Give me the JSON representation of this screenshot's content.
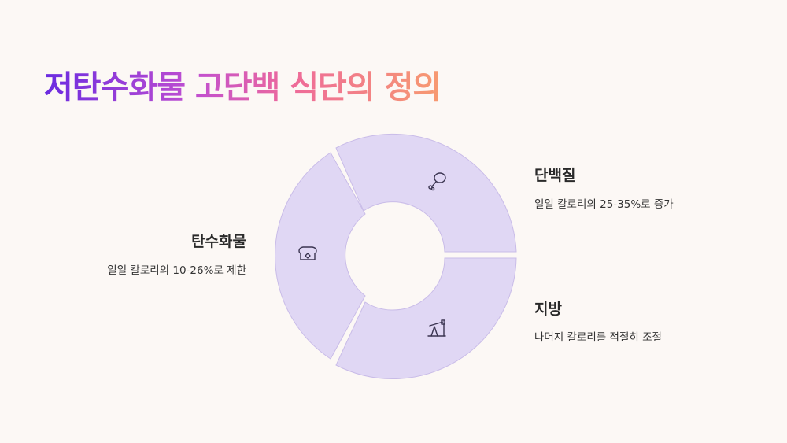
{
  "title": "저탄수화물 고단백 식단의 정의",
  "segments": [
    {
      "name": "단백질",
      "description": "일일 칼로리의 25-35%로 증가",
      "icon": "chicken-leg-icon"
    },
    {
      "name": "지방",
      "description": "나머지 칼로리를 적절히 조절",
      "icon": "oil-pump-icon"
    },
    {
      "name": "탄수화물",
      "description": "일일 칼로리의 10-26%로 제한",
      "icon": "bread-icon"
    }
  ],
  "colors": {
    "segment_fill": "#e0d7f4",
    "segment_stroke": "#c9bce8",
    "background": "#fcf8f5"
  }
}
